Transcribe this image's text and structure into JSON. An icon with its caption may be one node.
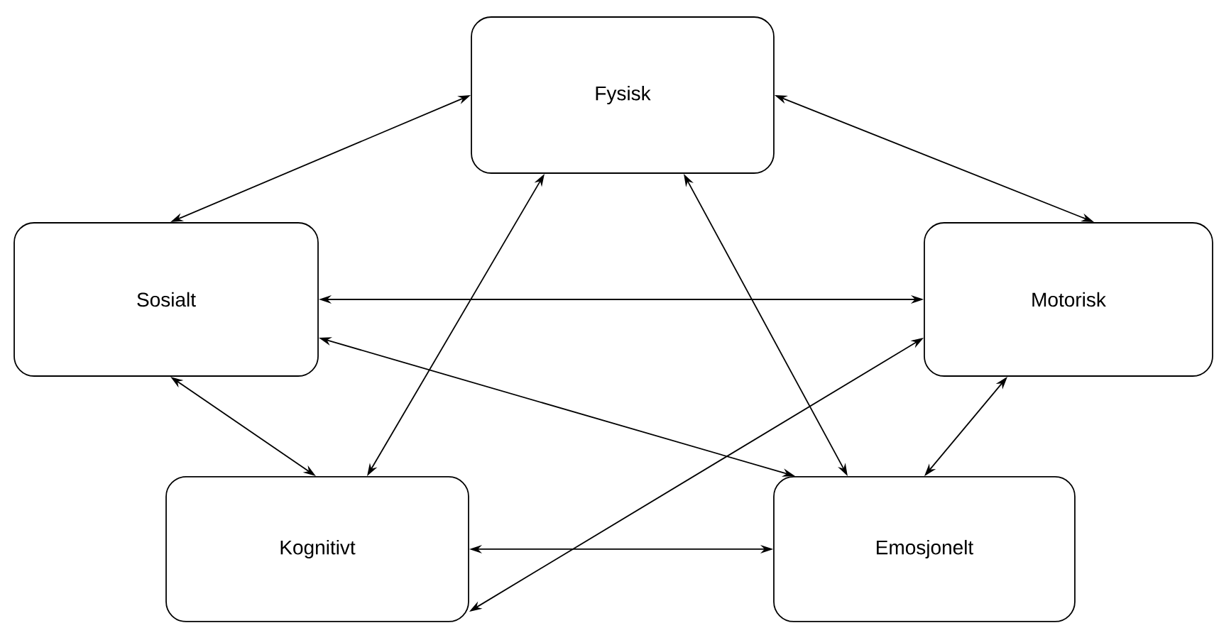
{
  "diagram": {
    "nodes": [
      {
        "text": [
          "Fysisk"
        ]
      },
      {
        "text": [
          "Sosialt"
        ]
      },
      {
        "text": [
          "Motorisk"
        ]
      },
      {
        "text": [
          "Kognitivt"
        ]
      },
      {
        "text": [
          "Emosjonelt"
        ]
      }
    ],
    "edges": [
      {
        "from": 0,
        "to": 1,
        "arrow": "both"
      },
      {
        "from": 0,
        "to": 2,
        "arrow": "both"
      },
      {
        "from": 0,
        "to": 3,
        "arrow": "both"
      },
      {
        "from": 0,
        "to": 4,
        "arrow": "both"
      },
      {
        "from": 1,
        "to": 2,
        "arrow": "both"
      },
      {
        "from": 1,
        "to": 3,
        "arrow": "both"
      },
      {
        "from": 1,
        "to": 4,
        "arrow": "both"
      },
      {
        "from": 2,
        "to": 3,
        "arrow": "both"
      },
      {
        "from": 2,
        "to": 4,
        "arrow": "both"
      },
      {
        "from": 3,
        "to": 4,
        "arrow": "both"
      }
    ]
  }
}
